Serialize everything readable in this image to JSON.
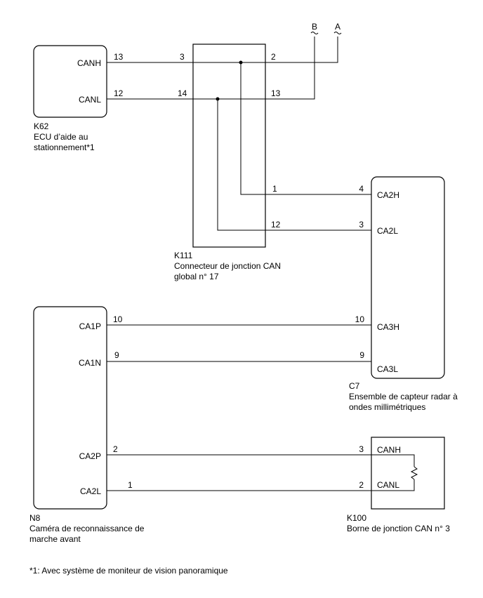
{
  "ecu_k62": {
    "code": "K62",
    "name_line1": "ECU d’aide au",
    "name_line2": "stationnement*1",
    "pins": {
      "canh": "CANH",
      "canl": "CANL"
    },
    "wire_canh": "13",
    "wire_canl": "12"
  },
  "junction_k111": {
    "code": "K111",
    "name_line1": "Connecteur de jonction CAN",
    "name_line2": "global n° 17",
    "pin_left_top": "3",
    "pin_left_bottom": "14",
    "pin_right_top": "2",
    "pin_right_bottom": "13",
    "pin_out_1": "1",
    "pin_out_12": "12"
  },
  "external": {
    "a": "A",
    "b": "B"
  },
  "radar_c7": {
    "code": "C7",
    "name_line1": "Ensemble de capteur radar à",
    "name_line2": "ondes millimétriques",
    "pins": {
      "ca2h": "CA2H",
      "ca2l": "CA2L",
      "ca3h": "CA3H",
      "ca3l": "CA3L"
    },
    "wire_ca2h": "4",
    "wire_ca2l": "3",
    "wire_ca3h": "10",
    "wire_ca3l": "9"
  },
  "camera_n8": {
    "code": "N8",
    "name_line1": "Caméra de reconnaissance de",
    "name_line2": "marche avant",
    "pins": {
      "ca1p": "CA1P",
      "ca1n": "CA1N",
      "ca2p": "CA2P",
      "ca2l": "CA2L"
    },
    "wire_ca1p": "10",
    "wire_ca1n": "9",
    "wire_ca2p": "2",
    "wire_ca2l": "1"
  },
  "terminal_k100": {
    "code": "K100",
    "name": "Borne de jonction CAN n° 3",
    "pins": {
      "canh": "CANH",
      "canl": "CANL"
    },
    "wire_canh": "3",
    "wire_canl": "2"
  },
  "footnote": "*1: Avec système de moniteur de vision panoramique"
}
